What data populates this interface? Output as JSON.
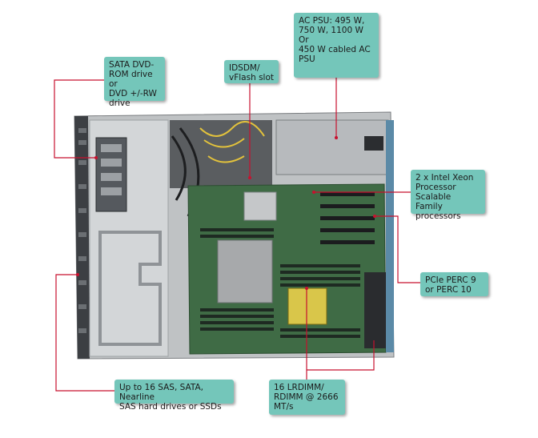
{
  "colors": {
    "callout_bg": "#74c6ba",
    "leader_line": "#c8102e",
    "chassis": "#c9cbcd",
    "motherboard": "#3f6b45"
  },
  "callouts": {
    "psu": {
      "line1": "AC PSU: 495 W,\n750 W, 1100 W",
      "line2": "Or",
      "line3": "450 W cabled AC\nPSU"
    },
    "dvd": {
      "text": "SATA DVD-\nROM drive or\nDVD +/-RW\ndrive"
    },
    "idsdm": {
      "text": "IDSDM/\nvFlash slot"
    },
    "cpu": {
      "text": "2 x Intel Xeon\nProcessor\nScalable Family\nprocessors"
    },
    "perc": {
      "text": "PCIe PERC 9\nor PERC 10"
    },
    "drives": {
      "text": "Up to 16 SAS, SATA, Nearline\nSAS hard drives or SSDs"
    },
    "memory": {
      "text": "16 LRDIMM/\nRDIMM @ 2666\nMT/s"
    }
  }
}
